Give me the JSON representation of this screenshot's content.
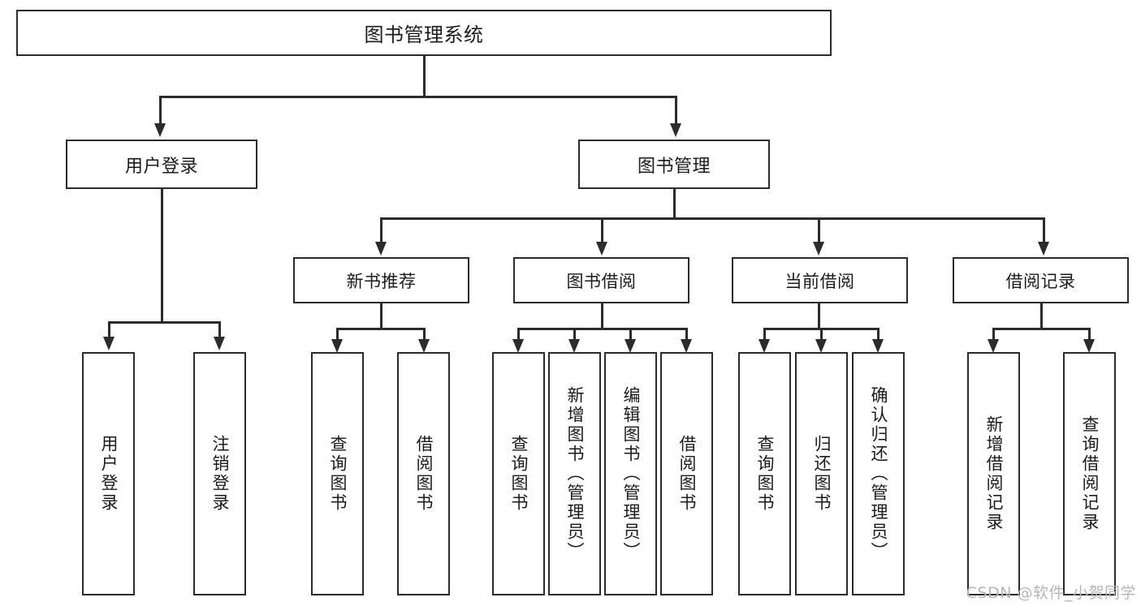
{
  "diagram": {
    "type": "tree-hierarchy-flowchart",
    "title": "图书管理系统",
    "root": {
      "id": "root",
      "label": "图书管理系统"
    },
    "level2": [
      {
        "id": "user-login",
        "label": "用户登录"
      },
      {
        "id": "book-management",
        "label": "图书管理"
      }
    ],
    "level3": [
      {
        "id": "new-book-recommend",
        "label": "新书推荐"
      },
      {
        "id": "book-borrow",
        "label": "图书借阅"
      },
      {
        "id": "current-borrow",
        "label": "当前借阅"
      },
      {
        "id": "borrow-record",
        "label": "借阅记录"
      }
    ],
    "leaves": {
      "user_login": [
        {
          "id": "leaf-user-login",
          "label": "用户登录"
        },
        {
          "id": "leaf-user-logout",
          "label": "注销登录"
        }
      ],
      "new_book_recommend": [
        {
          "id": "leaf-query-book-1",
          "label": "查询图书"
        },
        {
          "id": "leaf-borrow-book-1",
          "label": "借阅图书"
        }
      ],
      "book_borrow": [
        {
          "id": "leaf-query-book-2",
          "label": "查询图书"
        },
        {
          "id": "leaf-add-book",
          "label": "新增图书（管理员）"
        },
        {
          "id": "leaf-edit-book",
          "label": "编辑图书（管理员）"
        },
        {
          "id": "leaf-borrow-book-2",
          "label": "借阅图书"
        }
      ],
      "current_borrow": [
        {
          "id": "leaf-query-book-3",
          "label": "查询图书"
        },
        {
          "id": "leaf-return-book",
          "label": "归还图书"
        },
        {
          "id": "leaf-confirm-return",
          "label": "确认归还（管理员）"
        }
      ],
      "borrow_record": [
        {
          "id": "leaf-add-record",
          "label": "新增借阅记录"
        },
        {
          "id": "leaf-query-record",
          "label": "查询借阅记录"
        }
      ]
    }
  },
  "watermark": {
    "text": "CSDN @软件_小贺同学"
  },
  "colors": {
    "line": "#2b2b2b",
    "box_fill": "#ffffff",
    "text": "#1b1b1b",
    "background": "#ffffff",
    "watermark": "#b6b6b6"
  }
}
